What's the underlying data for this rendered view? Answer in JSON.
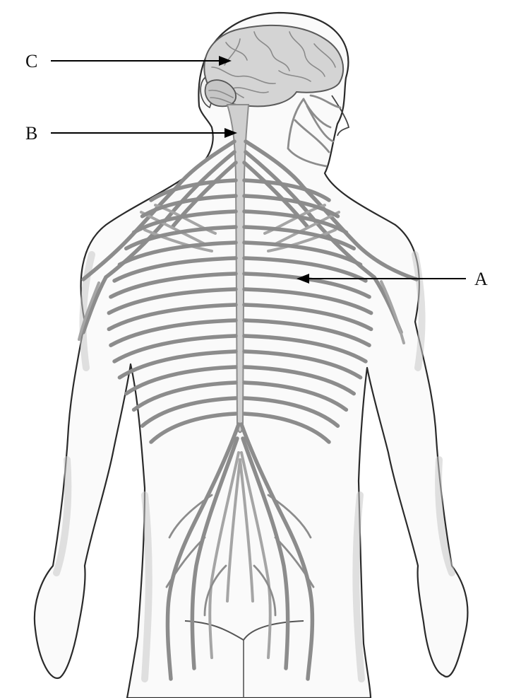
{
  "labels": {
    "a": "A",
    "b": "B",
    "c": "C"
  },
  "colors": {
    "nerve": "#8c8c8c",
    "outline": "#2a2a2a",
    "background": "#ffffff"
  }
}
